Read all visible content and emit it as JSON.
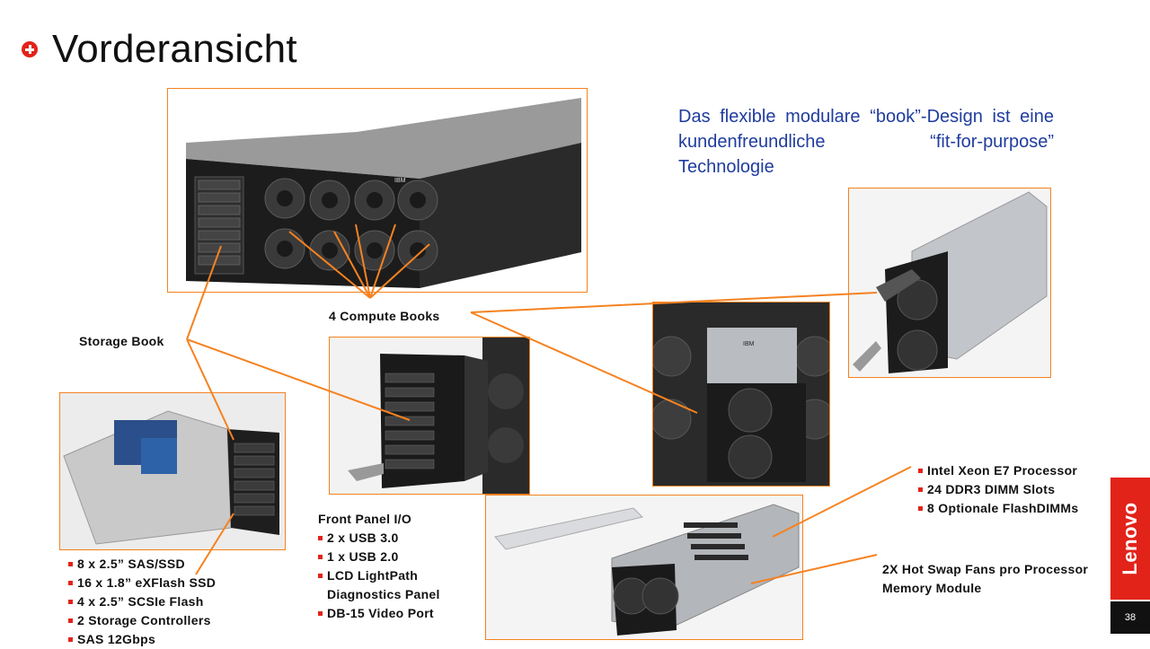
{
  "slide": {
    "title": "Vorderansicht",
    "intro": "Das flexible modulare “book”-Design ist eine kundenfreundliche “fit-for-purpose” Technologie",
    "page_number": "38"
  },
  "brand": {
    "name": "Lenovo",
    "color": "#e2231a"
  },
  "colors": {
    "accent": "#f58220",
    "brand": "#e2231a",
    "intro_text": "#1f3c9e"
  },
  "labels": {
    "compute_books": "4 Compute  Books",
    "storage_book": "Storage  Book",
    "front_panel_title": "Front Panel I/O",
    "hot_swap_fans": "2X Hot Swap Fans pro Processor  Memory Module"
  },
  "storage_specs": [
    "8 x 2.5”  SAS/SSD",
    "16 x 1.8”  eXFlash  SSD",
    "4 x 2.5”  SCSIe Flash",
    "2 Storage  Controllers",
    "SAS 12Gbps"
  ],
  "front_panel_items": [
    "2 x USB 3.0",
    "1 x USB 2.0",
    "LCD LightPath Diagnostics  Panel",
    "DB-15 Video Port"
  ],
  "processor_specs": [
    "Intel Xeon E7 Processor",
    "24 DDR3 DIMM Slots",
    "8 Optionale  FlashDIMMs"
  ],
  "photos": {
    "server_front_badge": "IBM",
    "compute_book_badge": "IBM"
  }
}
